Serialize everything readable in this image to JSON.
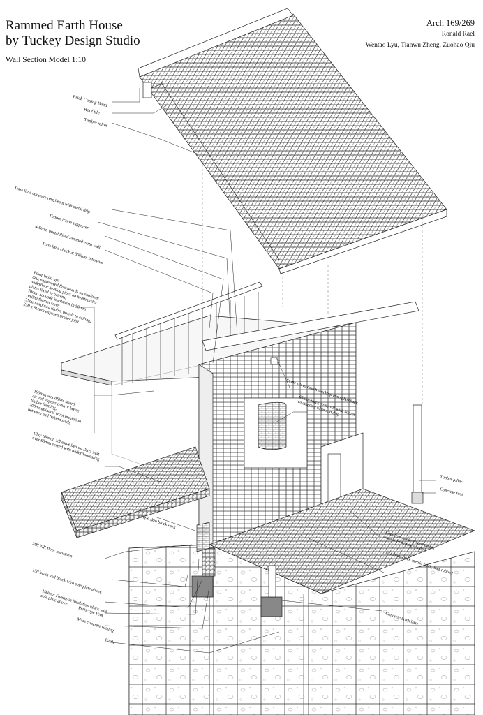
{
  "header": {
    "title_line1": "Rammed Earth House",
    "title_line2": "by Tuckey Design Studio",
    "subtitle": "Wall Section Model   1:10",
    "course": "Arch 169/269",
    "professor": "Ronald Rael",
    "authors": "Wentao Lyu, Tianwu Zheng, Zuohao Qiu"
  },
  "labels": [
    {
      "id": "brick-coping-band",
      "lines": [
        "Brick Coping Band"
      ]
    },
    {
      "id": "roof-tile",
      "lines": [
        "Roof tile"
      ]
    },
    {
      "id": "timber-rafter",
      "lines": [
        "Timber rafter"
      ]
    },
    {
      "id": "ring-beam",
      "lines": [
        "Trass lime concrete ring beam with metal drip"
      ]
    },
    {
      "id": "timber-frame-supporter",
      "lines": [
        "Timber frame supporter"
      ]
    },
    {
      "id": "rammed-earth-wall",
      "lines": [
        "400mm unstabilised rammed earth wall"
      ]
    },
    {
      "id": "lime-check",
      "lines": [
        "Trass lime check at 300mm intervals"
      ]
    },
    {
      "id": "floor-build-up",
      "lines": [
        "Floor build-up:",
        "Oak engineered floorboards on subfloor;",
        "underfloor heating pipes on heattransfer",
        "plates fixed to battens;",
        "70mm acoustic insulation in 90mm",
        "resilientbatten zone;",
        "35mm exposed timber boards to ceiling;",
        "250 x 80mm exposed timber joist"
      ]
    },
    {
      "id": "woodfibre-board",
      "lines": [
        "100mm woodfibre board;",
        "air and vapour control layer;",
        "timber framing;",
        "200mmmineral wool insulation",
        "between and behind studs"
      ]
    },
    {
      "id": "clay-tiles",
      "lines": [
        "Clay tiles on adhesive bed on Ditra Mat",
        "over 65mm screed with underflooreating"
      ]
    },
    {
      "id": "stone-sill",
      "lines": [
        "Stone sill to match worktop and splashback"
      ]
    },
    {
      "id": "stone-sill-65",
      "lines": [
        "65mm-thick stone sill with 50mm",
        "weathering edge and drip"
      ]
    },
    {
      "id": "timber-pillar",
      "lines": [
        "Timber pillar"
      ]
    },
    {
      "id": "concrete-foot",
      "lines": [
        "Concrete foot"
      ]
    },
    {
      "id": "single-skin",
      "lines": [
        "Single skin blockwork"
      ]
    },
    {
      "id": "capoferri-window",
      "lines": [
        "Capoferri triple-glazed timber",
        "outward-opening window"
      ]
    },
    {
      "id": "metric-brick",
      "lines": [
        "102.5mm-thick metric brick, bag-rubbed"
      ]
    },
    {
      "id": "pir-insulation",
      "lines": [
        "200 PIR floor insulation"
      ]
    },
    {
      "id": "beam-block",
      "lines": [
        "150 beam and block with sole plate above"
      ]
    },
    {
      "id": "foamglas-block",
      "lines": [
        "100mm Foamglas insulation block with",
        "sole plate above"
      ]
    },
    {
      "id": "periscope-vent",
      "lines": [
        "Periscope Vent"
      ]
    },
    {
      "id": "mass-footing",
      "lines": [
        "Mass concrete footing"
      ]
    },
    {
      "id": "earth",
      "lines": [
        "Earth"
      ]
    },
    {
      "id": "concrete-brick-base",
      "lines": [
        "Concrete brick base"
      ]
    }
  ]
}
